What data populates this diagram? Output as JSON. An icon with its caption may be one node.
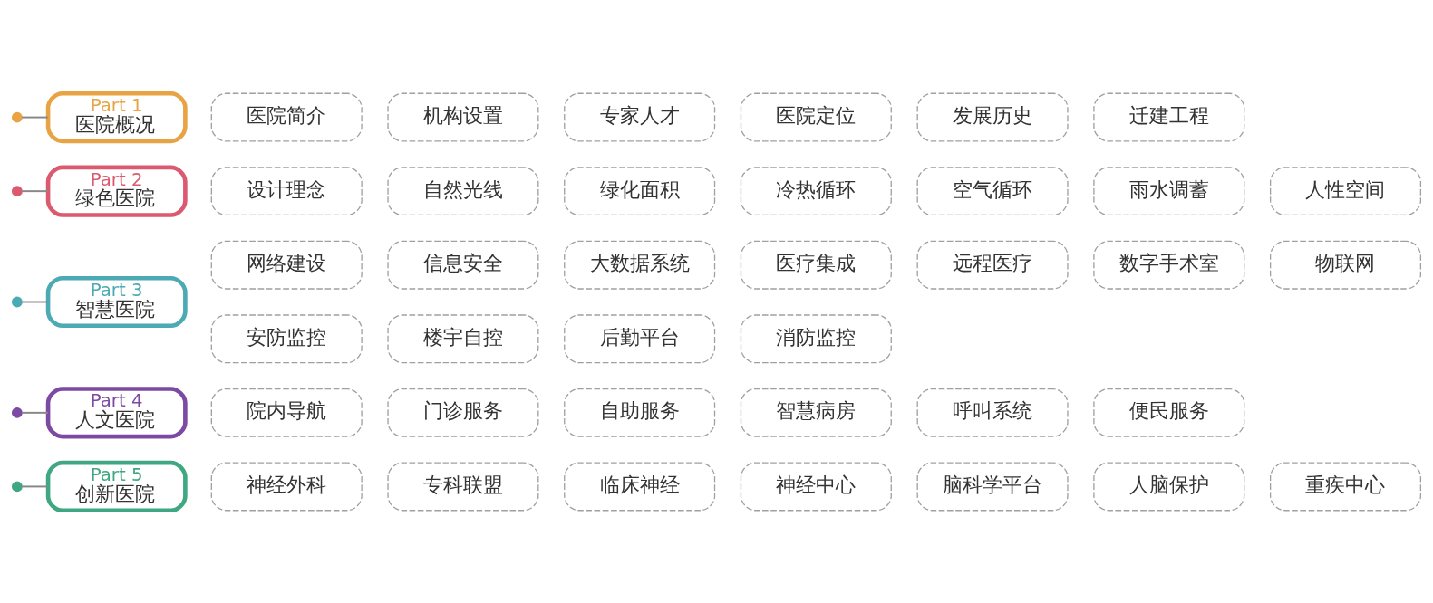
{
  "diagram": {
    "nodes": [
      {
        "text": [],
        "shape": "circle"
      },
      {
        "text": [],
        "shape": "circle"
      },
      {
        "text": [],
        "shape": "circle"
      },
      {
        "text": [],
        "shape": "circle"
      },
      {
        "text": [],
        "shape": "circle"
      },
      {
        "text": [
          "Part 1",
          "医院概况"
        ]
      },
      {
        "text": [
          "医院简介"
        ]
      },
      {
        "text": [
          "机构设置"
        ]
      },
      {
        "text": [
          "专家人才"
        ]
      },
      {
        "text": [
          "医院定位"
        ]
      },
      {
        "text": [
          "发展历史"
        ]
      },
      {
        "text": [
          "迁建工程"
        ]
      },
      {
        "text": [
          "Part 2",
          "绿色医院"
        ]
      },
      {
        "text": [
          "设计理念"
        ]
      },
      {
        "text": [
          "自然光线"
        ]
      },
      {
        "text": [
          "绿化面积"
        ]
      },
      {
        "text": [
          "冷热循环"
        ]
      },
      {
        "text": [
          "空气循环"
        ]
      },
      {
        "text": [
          "雨水调蓄"
        ]
      },
      {
        "text": [
          "人性空间"
        ]
      },
      {
        "text": [
          "Part 3",
          "智慧医院"
        ]
      },
      {
        "text": [
          "网络建设"
        ]
      },
      {
        "text": [
          "信息安全"
        ]
      },
      {
        "text": [
          "大数据系统"
        ]
      },
      {
        "text": [
          "医疗集成"
        ]
      },
      {
        "text": [
          "远程医疗"
        ]
      },
      {
        "text": [
          "数字手术室"
        ]
      },
      {
        "text": [
          "物联网"
        ]
      },
      {
        "text": [
          "安防监控"
        ]
      },
      {
        "text": [
          "楼宇自控"
        ]
      },
      {
        "text": [
          "后勤平台"
        ]
      },
      {
        "text": [
          "消防监控"
        ]
      },
      {
        "text": [
          "Part 4",
          "人文医院"
        ]
      },
      {
        "text": [
          "院内导航"
        ]
      },
      {
        "text": [
          "门诊服务"
        ]
      },
      {
        "text": [
          "自助服务"
        ]
      },
      {
        "text": [
          "智慧病房"
        ]
      },
      {
        "text": [
          "呼叫系统"
        ]
      },
      {
        "text": [
          "便民服务"
        ]
      },
      {
        "text": [
          "Part 5",
          "创新医院"
        ]
      },
      {
        "text": [
          "神经外科"
        ]
      },
      {
        "text": [
          "专科联盟"
        ]
      },
      {
        "text": [
          "临床神经"
        ]
      },
      {
        "text": [
          "神经中心"
        ]
      },
      {
        "text": [
          "脑科学平台"
        ]
      },
      {
        "text": [
          "人脑保护"
        ]
      },
      {
        "text": [
          "重疾中心"
        ]
      }
    ],
    "edges": [
      {
        "from": 0,
        "to": 5,
        "arrow": "none"
      },
      {
        "from": 1,
        "to": 12,
        "arrow": "none"
      },
      {
        "from": 2,
        "to": 20,
        "arrow": "none"
      },
      {
        "from": 3,
        "to": 32,
        "arrow": "none"
      },
      {
        "from": 4,
        "to": 39,
        "arrow": "none"
      }
    ]
  }
}
